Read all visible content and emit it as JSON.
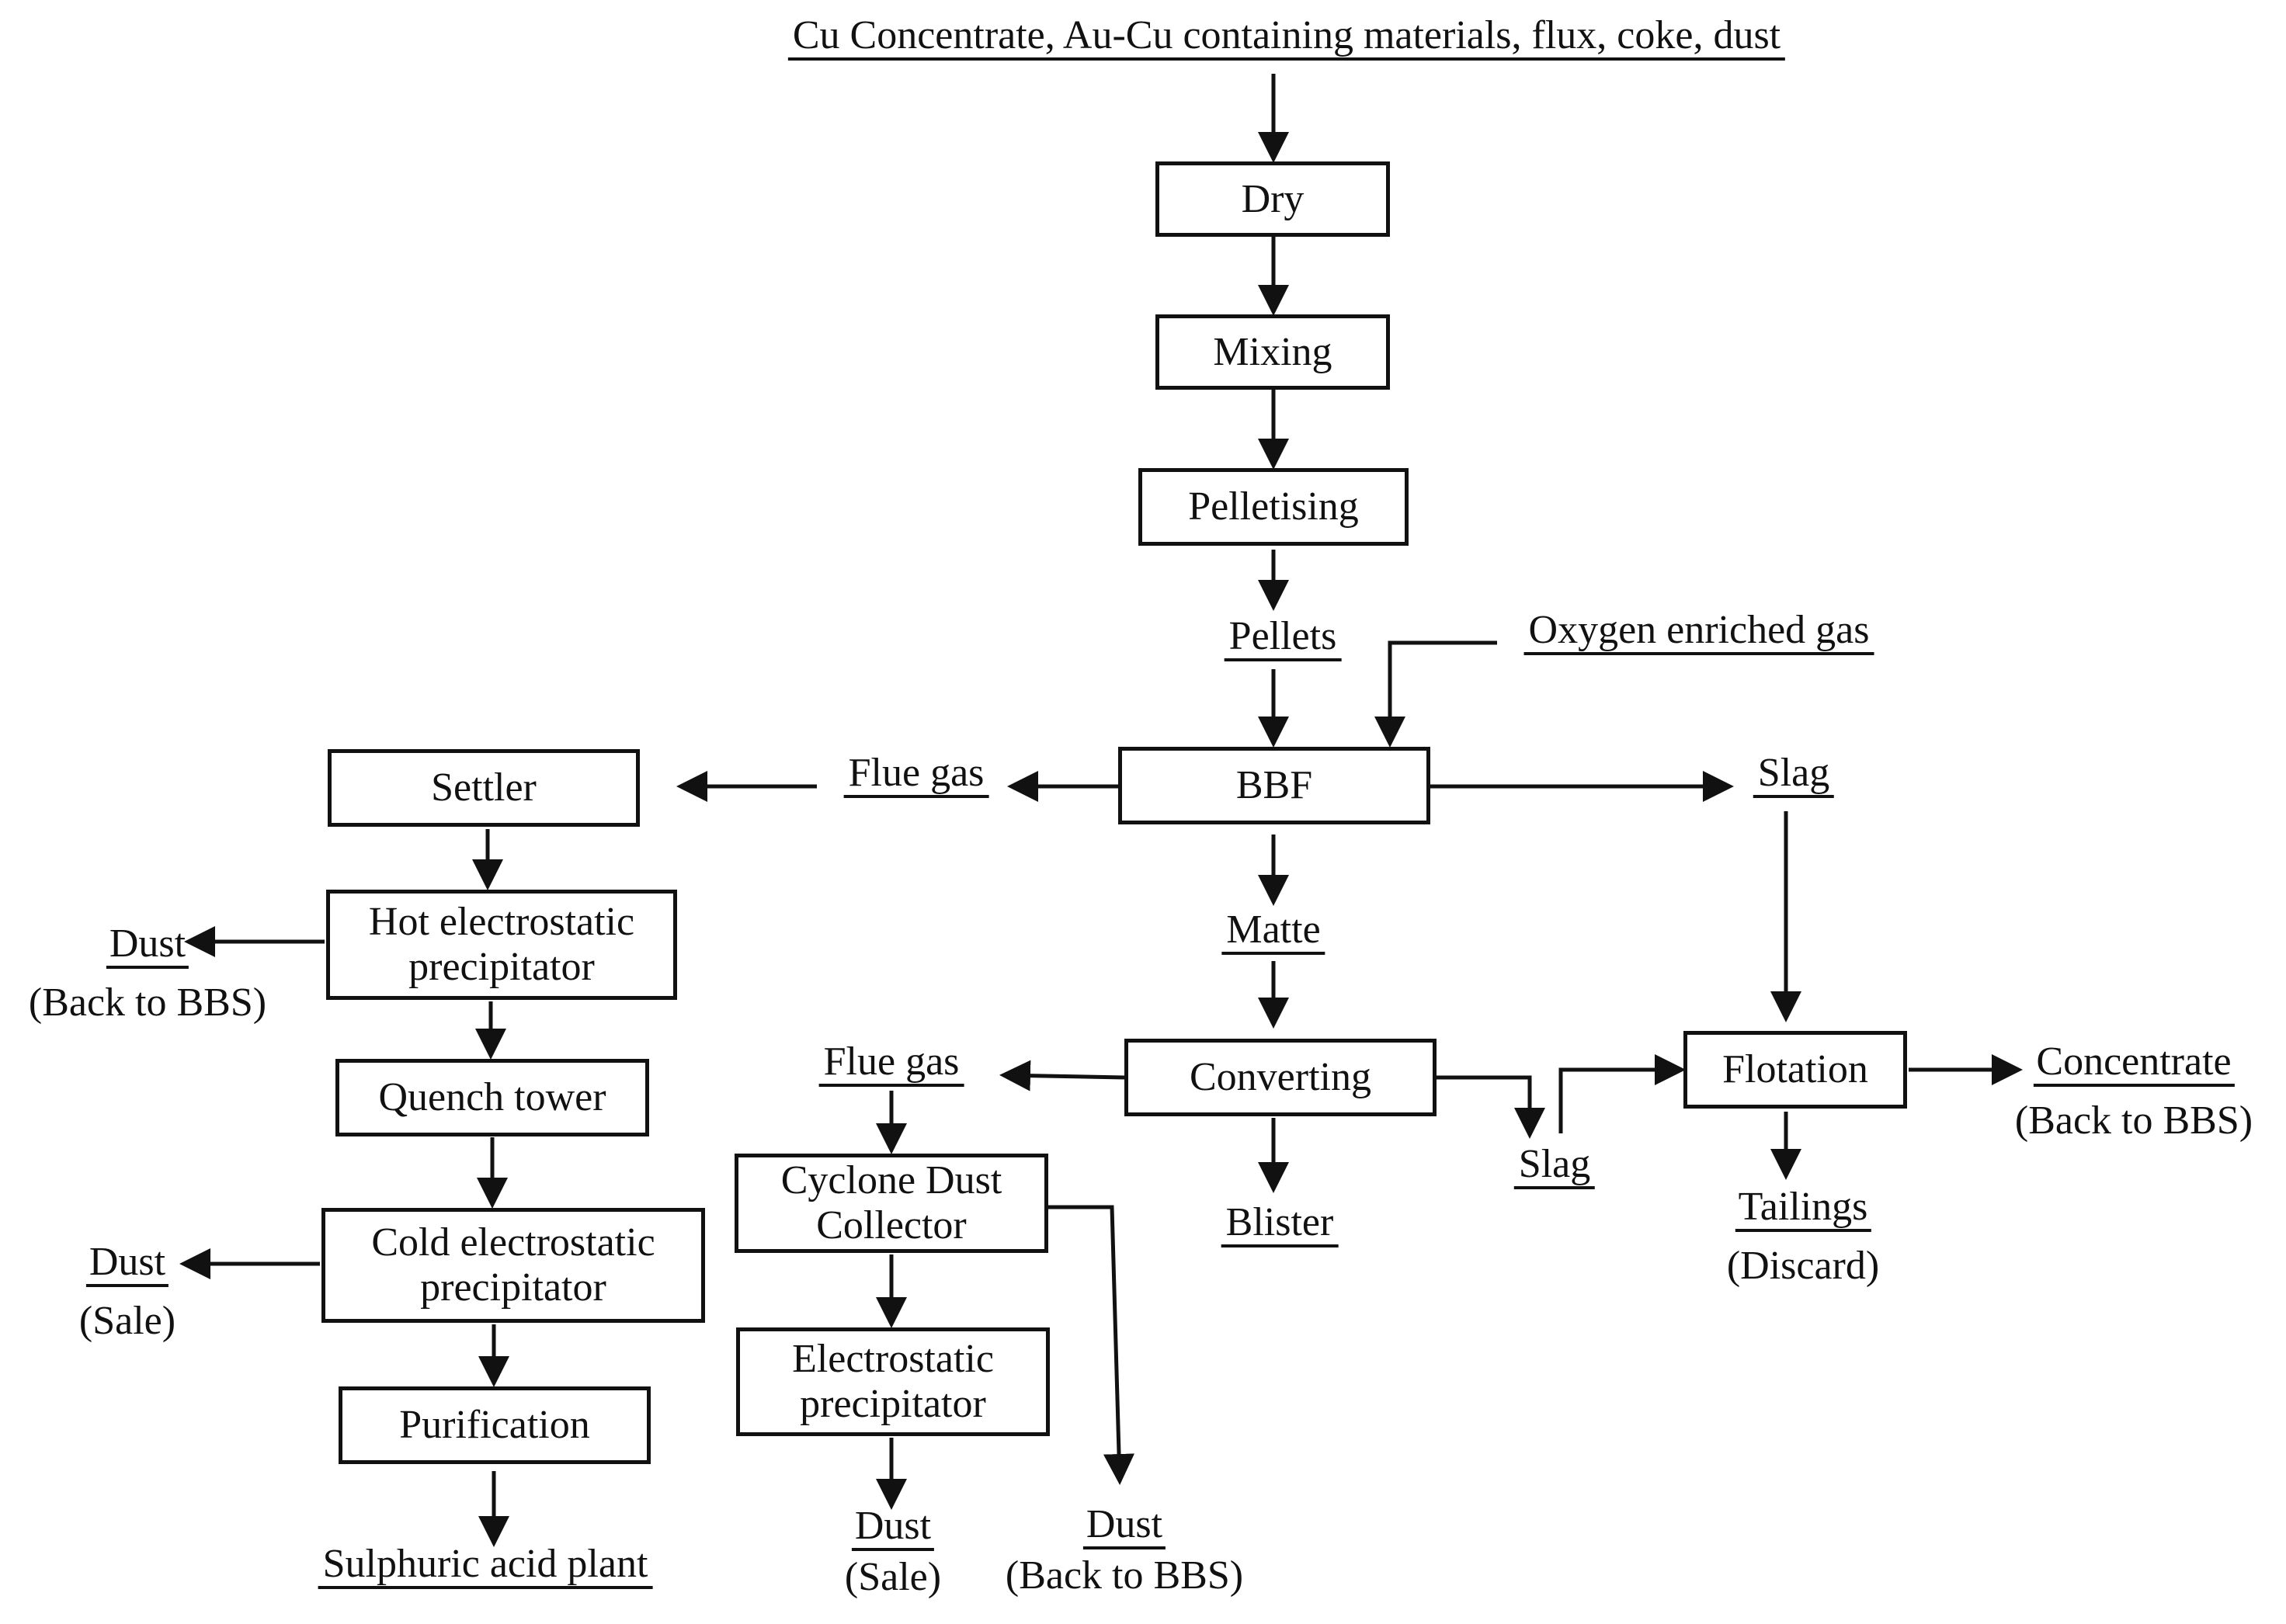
{
  "feed": "Cu Concentrate, Au-Cu containing materials, flux, coke, dust",
  "steps": {
    "dry": "Dry",
    "mixing": "Mixing",
    "pelletising": "Pelletising",
    "bbf": "BBF",
    "settler": "Settler",
    "hot_esp": "Hot electrostatic\nprecipitator",
    "quench": "Quench tower",
    "cold_esp": "Cold electrostatic\nprecipitator",
    "purification": "Purification",
    "converting": "Converting",
    "cyclone": "Cyclone Dust\nCollector",
    "esp": "Electrostatic\nprecipitator",
    "flotation": "Flotation"
  },
  "streams": {
    "pellets": "Pellets",
    "oxygen": "Oxygen enriched gas",
    "flue_gas_bbf": "Flue gas",
    "slag_bbf": "Slag",
    "matte": "Matte",
    "flue_gas_conv": "Flue gas",
    "blister": "Blister",
    "slag_conv": "Slag",
    "concentrate": "Concentrate",
    "concentrate_note": "(Back to BBS)",
    "tailings": "Tailings",
    "tailings_note": "(Discard)",
    "dust_hot": "Dust",
    "dust_hot_note": "(Back to BBS)",
    "dust_cold": "Dust",
    "dust_cold_note": "(Sale)",
    "sulphuric": "Sulphuric acid plant",
    "dust_esp": "Dust",
    "dust_esp_note": "(Sale)",
    "dust_cyclone": "Dust",
    "dust_cyclone_note": "(Back to BBS)"
  }
}
